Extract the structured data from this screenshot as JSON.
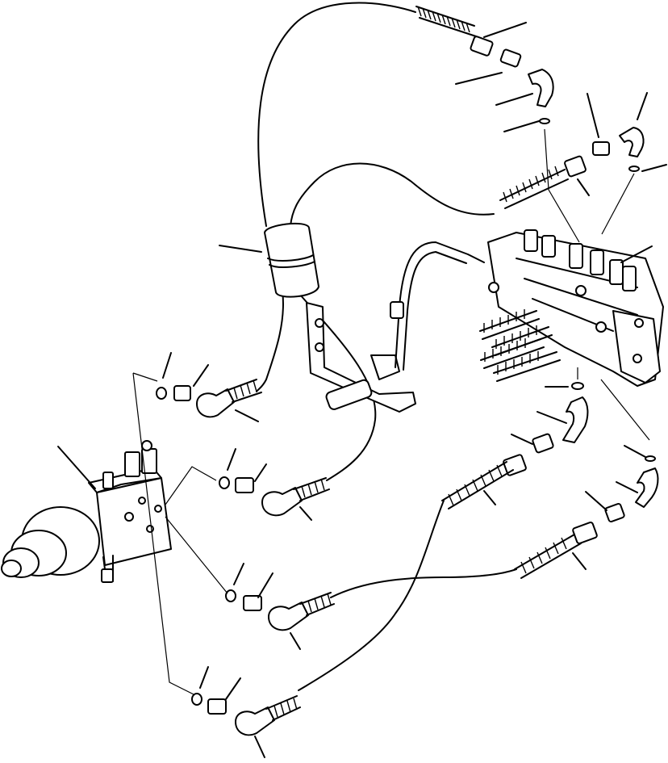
{
  "figure": {
    "kind": "hydraulic-hose-assembly-exploded-view",
    "labels_text": [],
    "callouts_count": 30
  },
  "components": [
    {
      "name": "control-valve-bank",
      "icon": "valve-bank"
    },
    {
      "name": "pilot-valve-block",
      "icon": "valve-block"
    },
    {
      "name": "rotary-actuator",
      "icon": "motor"
    },
    {
      "name": "protective-sleeve",
      "icon": "sleeve"
    },
    {
      "name": "mounting-bracket",
      "icon": "bracket"
    },
    {
      "name": "hydraulic-hoses",
      "icon": "hose"
    },
    {
      "name": "elbow-fittings",
      "icon": "elbow"
    },
    {
      "name": "adapters",
      "icon": "adapter"
    },
    {
      "name": "o-rings",
      "icon": "o-ring"
    }
  ],
  "colors": {
    "line": "#000000",
    "background": "#ffffff"
  }
}
